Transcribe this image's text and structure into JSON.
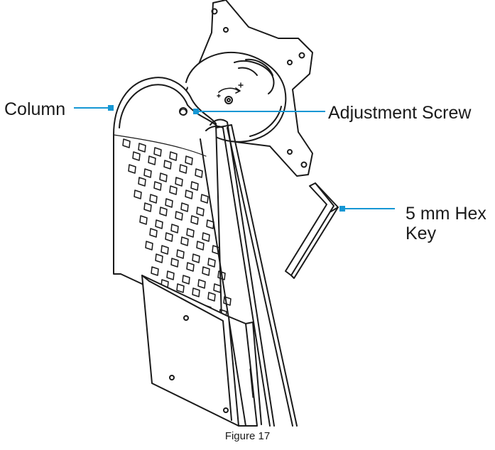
{
  "callouts": {
    "column": "Column",
    "adjustment_screw": "Adjustment Screw",
    "hex_key": "5 mm Hex Key"
  },
  "caption": "Figure 17",
  "colors": {
    "line": "#1a1a1a",
    "leader": "#1597d4"
  }
}
